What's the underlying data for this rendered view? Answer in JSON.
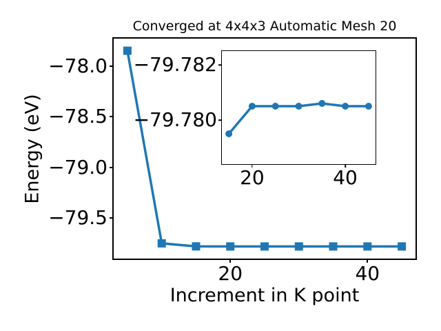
{
  "figure": {
    "background": "#ffffff",
    "text_color": "#000000",
    "spine_color": "#000000"
  },
  "chart_data": [
    {
      "id": "main",
      "type": "line",
      "title": "Converged at 4x4x3 Automatic Mesh 20",
      "xlabel": "Increment in K point",
      "ylabel": "Energy (eV)",
      "color": "#1f77b4",
      "marker": "square",
      "marker_size": 12,
      "line_width": 3.5,
      "x": [
        5,
        10,
        15,
        20,
        25,
        30,
        35,
        40,
        45
      ],
      "y": [
        -77.85,
        -79.75,
        -79.7795,
        -79.7805,
        -79.7805,
        -79.7805,
        -79.7806,
        -79.7805,
        -79.7805
      ],
      "xlim": [
        3,
        47
      ],
      "ylim": [
        -79.9,
        -77.73
      ],
      "xticks": [
        20,
        40
      ],
      "xtick_labels": [
        "20",
        "40"
      ],
      "yticks": [
        -78.0,
        -78.5,
        -79.0,
        -79.5
      ],
      "ytick_labels": [
        "−78.0",
        "−78.5",
        "−79.0",
        "−79.5"
      ],
      "grid": false,
      "legend": null
    },
    {
      "id": "inset",
      "type": "line",
      "role": "inset-zoom-of-converged-region",
      "color": "#1f77b4",
      "marker": "circle",
      "marker_size": 10,
      "line_width": 3.5,
      "x": [
        15,
        20,
        25,
        30,
        35,
        40,
        45
      ],
      "y": [
        -79.7795,
        -79.7805,
        -79.7805,
        -79.7805,
        -79.7806,
        -79.7805,
        -79.7805
      ],
      "xlim": [
        13.5,
        46.5
      ],
      "ylim": [
        -79.7784,
        -79.7825
      ],
      "y_axis_inverted": true,
      "xticks": [
        20,
        40
      ],
      "xtick_labels": [
        "20",
        "40"
      ],
      "yticks": [
        -79.782,
        -79.78
      ],
      "ytick_labels": [
        "−79.782",
        "−79.780"
      ],
      "grid": false,
      "legend": null
    }
  ]
}
